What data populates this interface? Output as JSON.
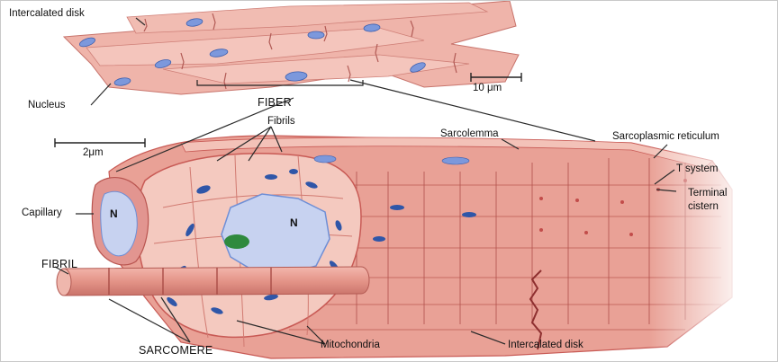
{
  "labels": {
    "intercalated_disk_top": "Intercalated disk",
    "nucleus": "Nucleus",
    "fiber": "FIBER",
    "scale_10um": "10 μm",
    "scale_2um": "2μm",
    "fibrils": "Fibrils",
    "sarcolemma": "Sarcolemma",
    "sarcoplasmic_reticulum": "Sarcoplasmic reticulum",
    "t_system": "T system",
    "terminal_cistern_line1": "Terminal",
    "terminal_cistern_line2": "cistern",
    "capillary": "Capillary",
    "nucleus_marker_capillary": "N",
    "nucleus_marker_center": "N",
    "fibril": "FIBRIL",
    "sarcomere": "SARCOMERE",
    "mitochondria": "Mitochondria",
    "intercalated_disk_bottom": "Intercalated disk"
  },
  "colors": {
    "muscle": "#e9a196",
    "muscle_dark": "#c85a55",
    "muscle_light": "#f6cfc6",
    "nucleus": "#6f8fd6",
    "nucleus_light": "#c7d2f0",
    "mitochondria": "#2f56a8",
    "green_body": "#2f8a3e",
    "leader": "#2b2b2b"
  }
}
